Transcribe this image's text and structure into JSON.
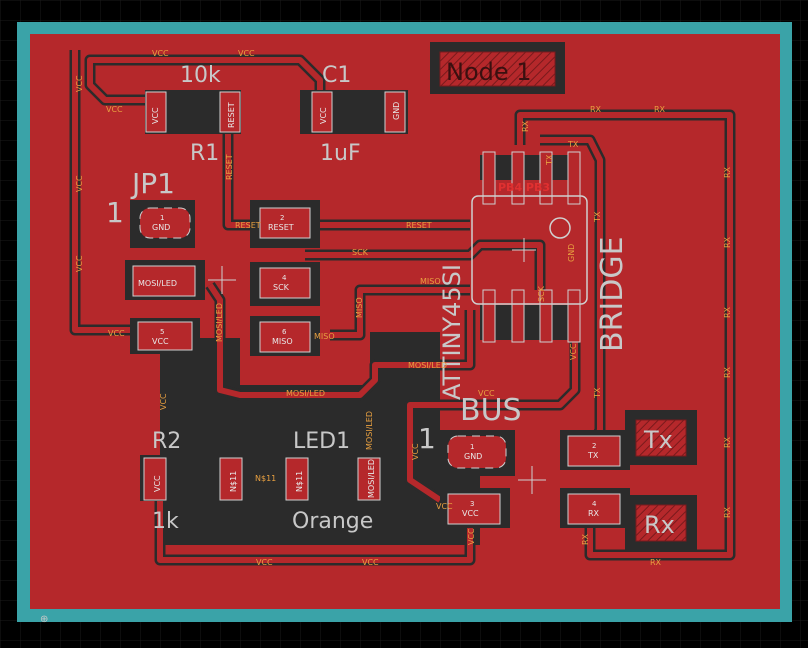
{
  "colors": {
    "background": "#000000",
    "board_outline": "#3aa3a8",
    "copper": "#b5282b",
    "clearance": "#2b2b2b",
    "silkscreen": "#c8c8c8",
    "pad_outline": "#d0d0d0",
    "net_label": "#e8a040",
    "annotation": "#e03030"
  },
  "title_label": "Node 1",
  "annotation": "PB4 PB3",
  "components": {
    "r1": {
      "name": "R1",
      "value": "10k",
      "pin1_net": "VCC",
      "pin2_net": "RESET"
    },
    "c1": {
      "name": "C1",
      "value": "1uF",
      "pin1_net": "VCC",
      "pin2_net": "GND"
    },
    "jp1": {
      "name": "JP1",
      "pin1_marker": "1",
      "pins": [
        {
          "num": "1",
          "net": "GND"
        },
        {
          "num": "2",
          "net": "RESET"
        },
        {
          "num": "",
          "net": "MOSI/LED"
        },
        {
          "num": "4",
          "net": "SCK"
        },
        {
          "num": "5",
          "net": "VCC"
        },
        {
          "num": "6",
          "net": "MISO"
        }
      ]
    },
    "r2": {
      "name": "R2",
      "value": "1k",
      "pin1_net": "VCC",
      "pin2_net": "N$11"
    },
    "led1": {
      "name": "LED1",
      "value": "Orange",
      "pin1_net": "N$11",
      "pin2_net": "MOSI/LED"
    },
    "ic": {
      "name": "ATTINY45SI"
    },
    "bus": {
      "name": "BUS",
      "pin1_marker": "1",
      "pins": [
        {
          "num": "1",
          "net": "GND"
        },
        {
          "num": "2",
          "net": "TX"
        },
        {
          "num": "3",
          "net": "VCC"
        },
        {
          "num": "4",
          "net": "RX"
        }
      ]
    },
    "bridge": {
      "name": "BRIDGE"
    },
    "tx_label": "Tx",
    "rx_label": "Rx"
  },
  "net_labels": {
    "vcc": "VCC",
    "gnd": "GND",
    "reset": "RESET",
    "sck": "SCK",
    "miso": "MISO",
    "mosi_led": "MOSI/LED",
    "rx": "RX",
    "tx": "TX",
    "n11": "N$11"
  },
  "pin_numbers": {
    "one": "1",
    "two": "2",
    "three": "3",
    "four": "4",
    "five": "5",
    "six": "6"
  }
}
